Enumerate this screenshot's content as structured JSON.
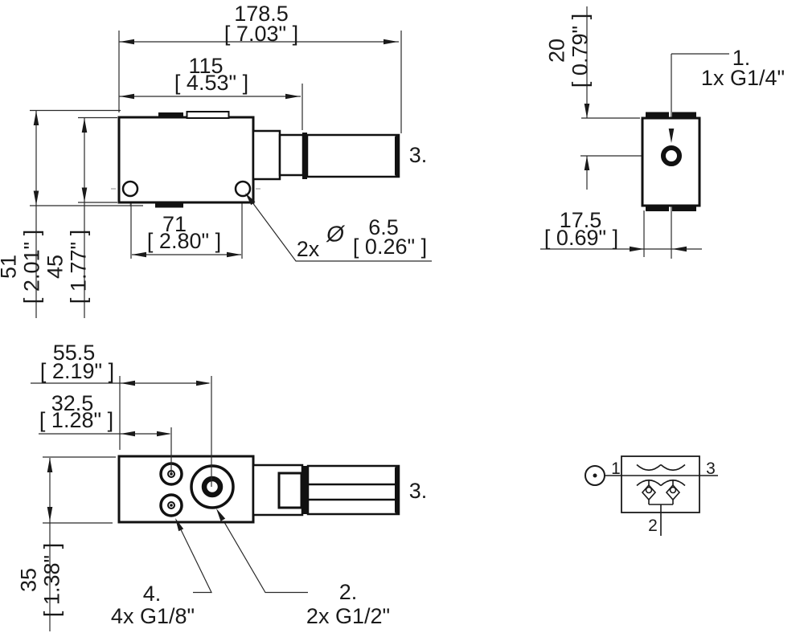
{
  "side": {
    "total_w_mm": "178.5",
    "total_w_in": "[ 7.03\" ]",
    "body_w_mm": "115",
    "body_w_in": "[ 4.53\" ]",
    "holes_mm": "71",
    "holes_in": "[ 2.80\" ]",
    "total_h_mm": "51",
    "total_h_in": "[ 2.01\" ]",
    "body_h_mm": "45",
    "body_h_in": "[ 1.77\" ]",
    "hole_qty": "2x",
    "hole_dia_sym": "Ø",
    "hole_dia_mm": "6.5",
    "hole_dia_in": "[ 0.26\" ]",
    "silencer_label": "3."
  },
  "end": {
    "offset_v_mm": "20",
    "offset_v_in": "[ 0.79\" ]",
    "offset_h_mm": "17.5",
    "offset_h_in": "[ 0.69\" ]",
    "port1_label": "1.",
    "port1_desc": "1x G1/4\""
  },
  "top": {
    "large_x_mm": "55.5",
    "large_x_in": "[ 2.19\" ]",
    "small_x_mm": "32.5",
    "small_x_in": "[ 1.28\" ]",
    "depth_mm": "35",
    "depth_in": "[ 1.38\" ]",
    "port4_label": "4.",
    "port4_desc": "4x G1/8\"",
    "port2_label": "2.",
    "port2_desc": "2x G1/2\"",
    "silencer_label": "3."
  },
  "schematic": {
    "p1": "1",
    "p2": "2",
    "p3": "3"
  },
  "colors": {
    "line": "#1a1a1a",
    "thin": "#2a2a2a",
    "center": "#8a8a8a"
  }
}
